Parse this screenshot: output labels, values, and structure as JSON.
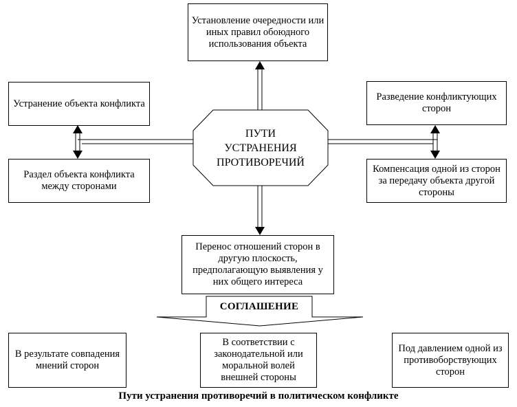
{
  "center": {
    "title": "ПУТИ УСТРАНЕНИЯ ПРОТИВОРЕЧИЙ"
  },
  "boxes": {
    "top": "Установление очередности или иных правил обоюдного использования объекта",
    "left_top": "Устранение объекта конфликта",
    "left_bottom": "Раздел объекта конфликта между сторонами",
    "right_top": "Разведение конфликтующих сторон",
    "right_bottom": "Компенсация одной из сторон за передачу объекта другой стороны",
    "bottom": "Перенос отношений сторон в другую плоскость, предполагающую выявления у них общего интереса"
  },
  "agreement": {
    "label": "СОГЛАШЕНИЕ",
    "options": [
      "В результате совпадения мнений сторон",
      "В соответствии с законодательной или моральной волей внешней стороны",
      "Под давлением одной из противоборствующих сторон"
    ]
  },
  "caption": "Пути устранения противоречий в политическом конфликте"
}
